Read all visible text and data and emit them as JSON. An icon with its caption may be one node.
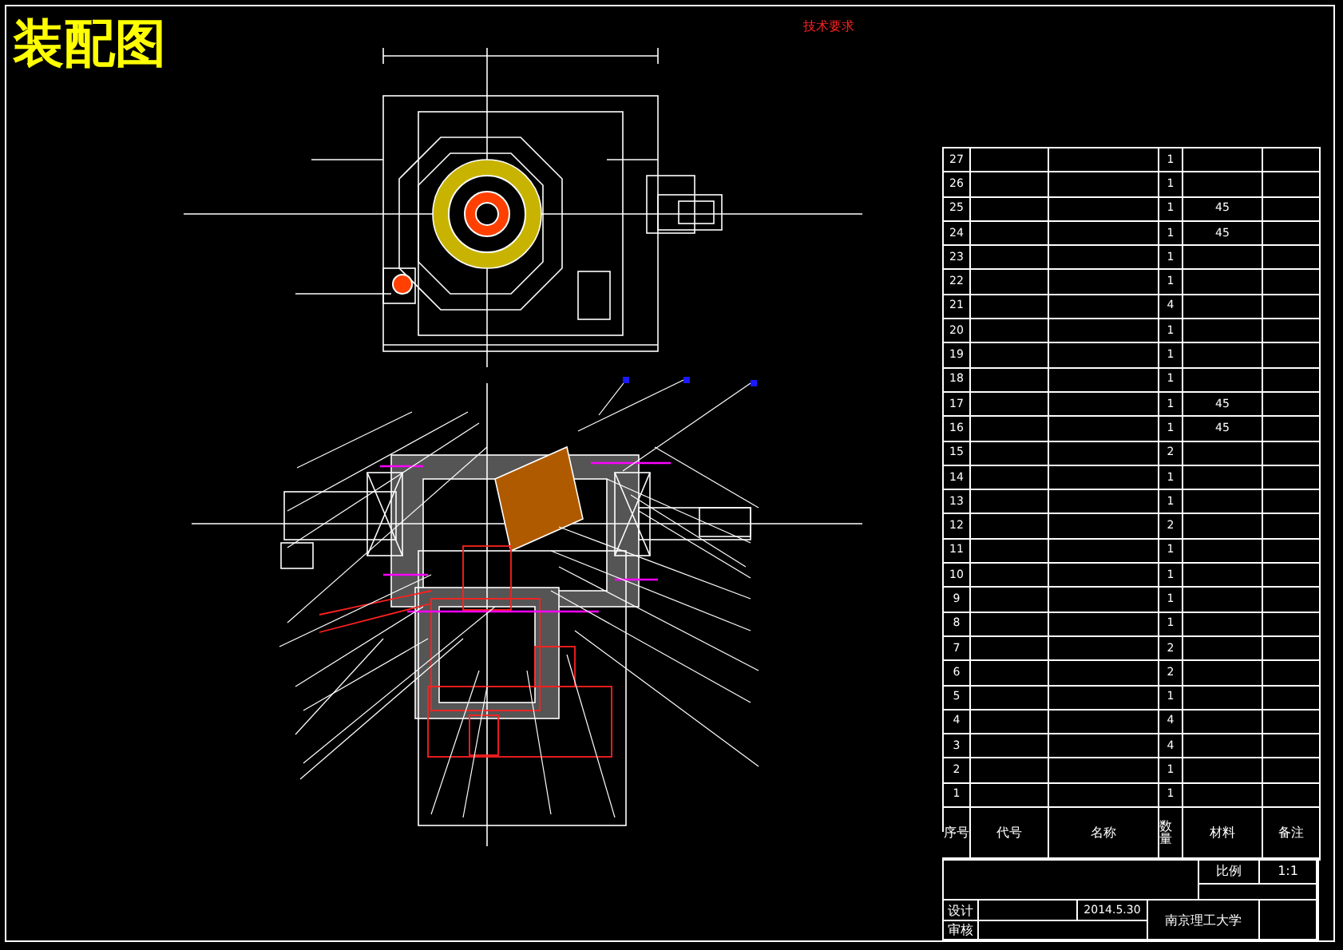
{
  "diagram": {
    "title": "装配图",
    "labels": [
      "技术要求",
      "27",
      "1",
      "26",
      "1",
      "25",
      "1",
      "45",
      "24",
      "1",
      "45",
      "23",
      "1",
      "22",
      "1",
      "21",
      "4",
      "20",
      "1",
      "19",
      "1",
      "18",
      "1",
      "17",
      "1",
      "45",
      "16",
      "1",
      "45",
      "15",
      "2",
      "14",
      "1",
      "13",
      "1",
      "12",
      "2",
      "11",
      "1",
      "10",
      "1",
      "9",
      "1",
      "8",
      "1",
      "7",
      "2",
      "6",
      "2",
      "5",
      "1",
      "4",
      "4",
      "3",
      "4",
      "2",
      "1",
      "1",
      "1",
      "序号",
      "代号",
      "名称",
      "数量",
      "材料",
      "备注",
      "比例",
      "1:1",
      "设计",
      "2014.5.30",
      "南京理工大学",
      "审核"
    ]
  }
}
